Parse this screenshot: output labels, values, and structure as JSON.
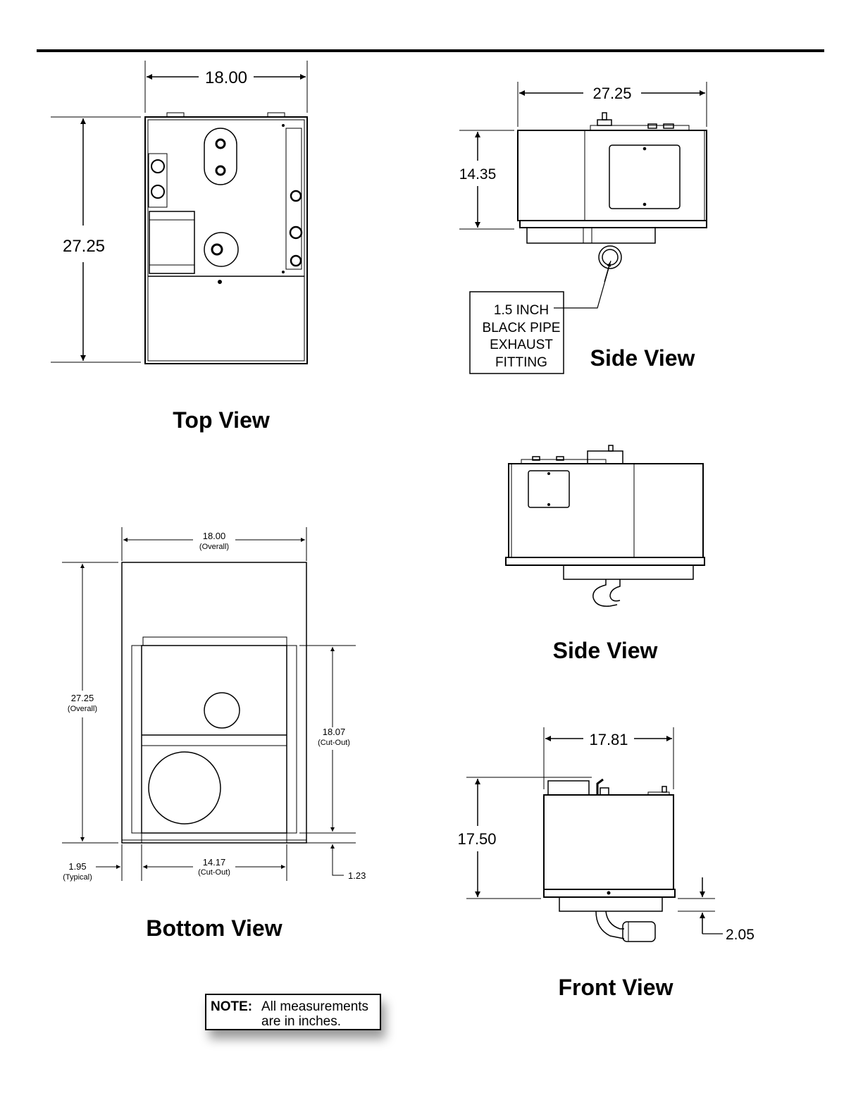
{
  "views": {
    "top": {
      "title": "Top View",
      "width": "18.00",
      "depth": "27.25"
    },
    "side_upper": {
      "title": "Side View",
      "width": "27.25",
      "height": "14.35",
      "callout": [
        "1.5 INCH",
        "BLACK PIPE",
        "EXHAUST",
        "FITTING"
      ]
    },
    "side_lower": {
      "title": "Side View"
    },
    "bottom": {
      "title": "Bottom View",
      "overall_width": "18.00",
      "overall_width_note": "(Overall)",
      "overall_depth": "27.25",
      "overall_depth_note": "(Overall)",
      "cutout_depth": "18.07",
      "cutout_depth_note": "(Cut-Out)",
      "cutout_width": "14.17",
      "cutout_width_note": "(Cut-Out)",
      "flange": "1.95",
      "flange_note": "(Typical)",
      "offset": "1.23"
    },
    "front": {
      "title": "Front View",
      "width": "17.81",
      "height": "17.50",
      "offset": "2.05"
    }
  },
  "note": {
    "label": "NOTE:",
    "line1": "All measurements",
    "line2": "are in inches."
  }
}
